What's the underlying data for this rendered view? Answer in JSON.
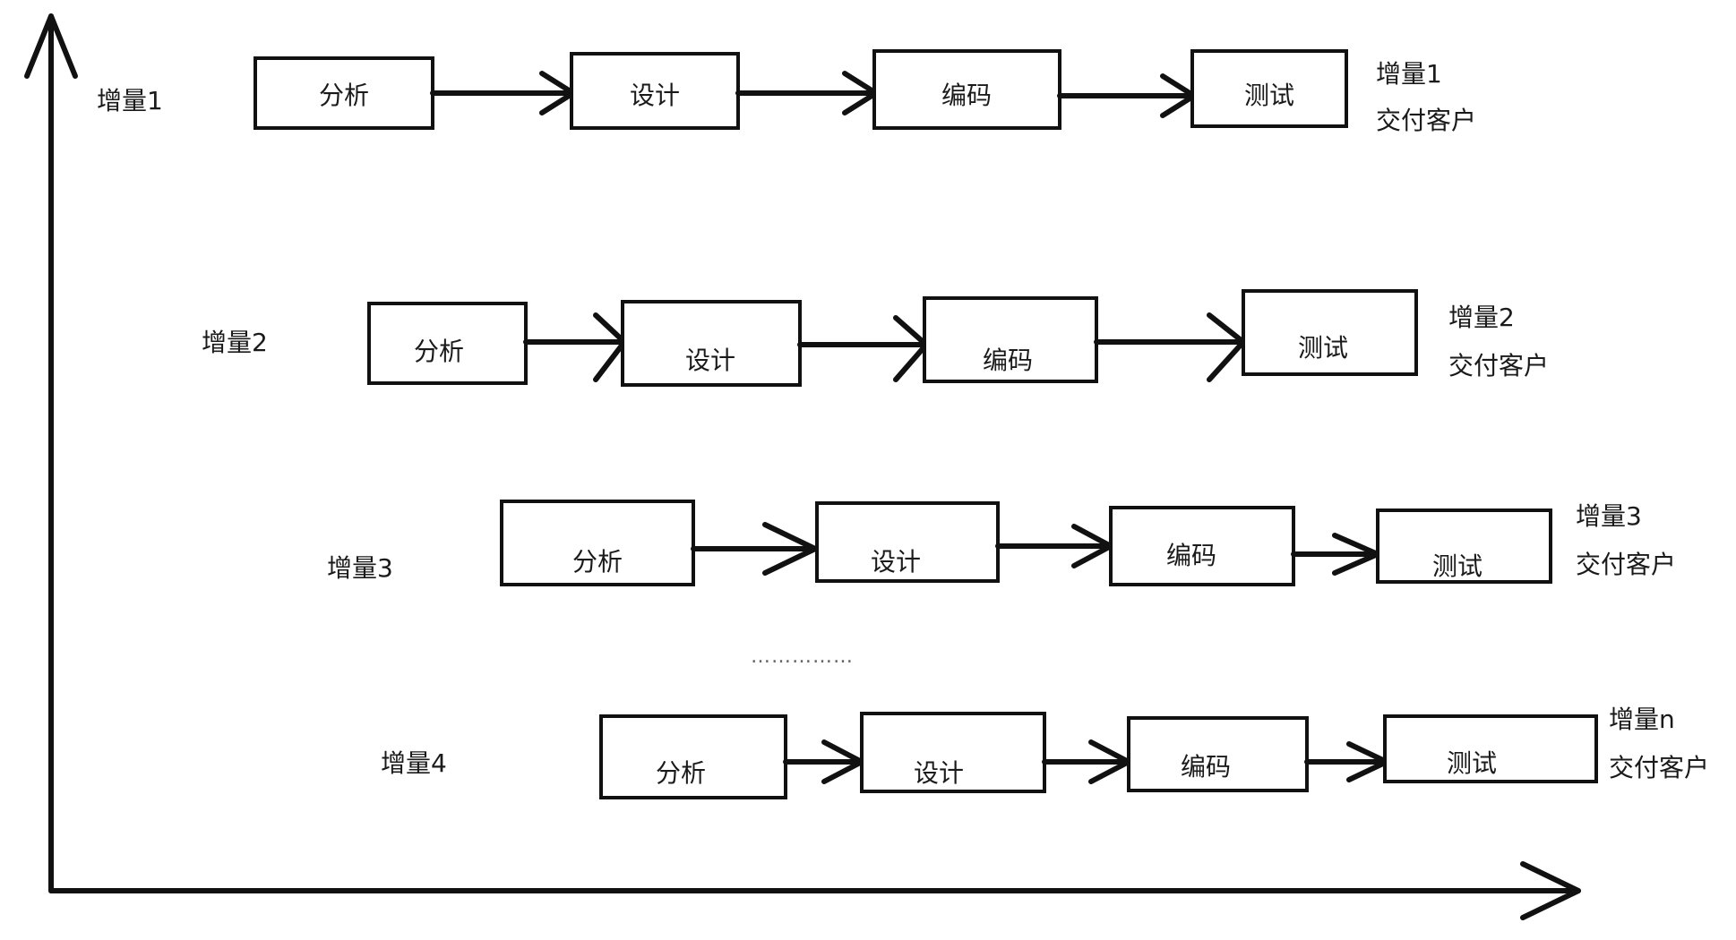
{
  "increments": [
    {
      "label": "增量1",
      "stages": [
        "分析",
        "设计",
        "编码",
        "测试"
      ],
      "result_title": "增量1",
      "result_text": "交付客户"
    },
    {
      "label": "增量2",
      "stages": [
        "分析",
        "设计",
        "编码",
        "测试"
      ],
      "result_title": "增量2",
      "result_text": "交付客户"
    },
    {
      "label": "增量3",
      "stages": [
        "分析",
        "设计",
        "编码",
        "测试"
      ],
      "result_title": "增量3",
      "result_text": "交付客户"
    },
    {
      "label": "增量4",
      "stages": [
        "分析",
        "设计",
        "编码",
        "测试"
      ],
      "result_title": "增量n",
      "result_text": "交付客户"
    }
  ],
  "ellipsis": "……………"
}
